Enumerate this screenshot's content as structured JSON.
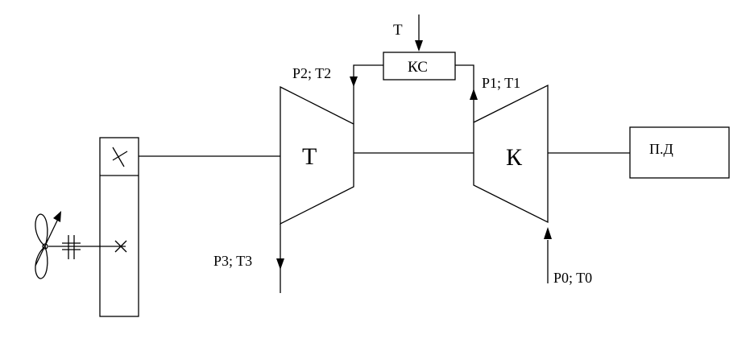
{
  "labels": {
    "fuel_input": "T",
    "combustion_chamber": "КС",
    "turbine": "Т",
    "compressor": "К",
    "starter": "П.Д",
    "state_2": "P2; T2",
    "state_1": "P1; T1",
    "state_3": "P3; T3",
    "state_0": "P0; T0"
  }
}
